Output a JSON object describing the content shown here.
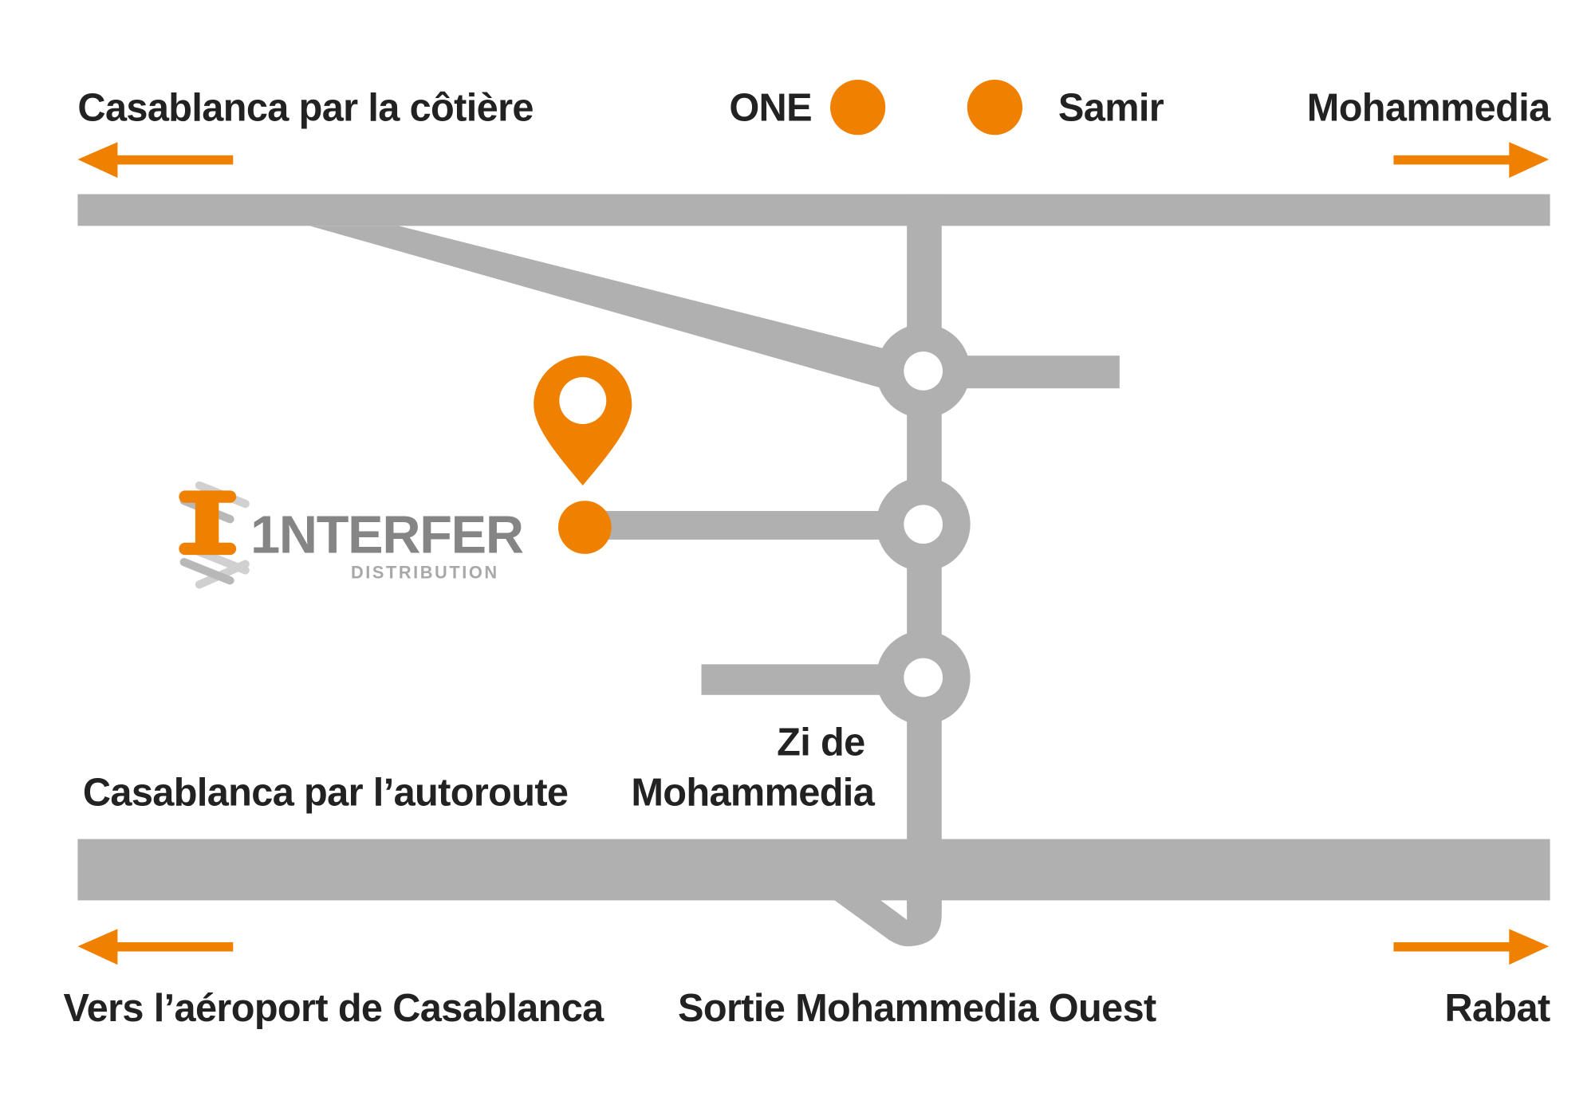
{
  "colors": {
    "accent": "#f08000",
    "road": "#b0b0b0",
    "text": "#222222"
  },
  "labels": {
    "top_left": "Casablanca par la côtière",
    "one": "ONE",
    "samir": "Samir",
    "top_right": "Mohammedia",
    "zi_line1": "Zi de",
    "zi_line2": "Mohammedia",
    "autoroute": "Casablanca par l’autoroute",
    "bottom_left": "Vers l’aéroport de Casablanca",
    "bottom_center": "Sortie Mohammedia Ouest",
    "bottom_right": "Rabat"
  },
  "logo": {
    "name": "1NTERFER",
    "tagline": "DISTRIBUTION"
  },
  "icons": {
    "pin": "map-pin-icon",
    "arrow_left": "arrow-left-icon",
    "arrow_right": "arrow-right-icon"
  }
}
